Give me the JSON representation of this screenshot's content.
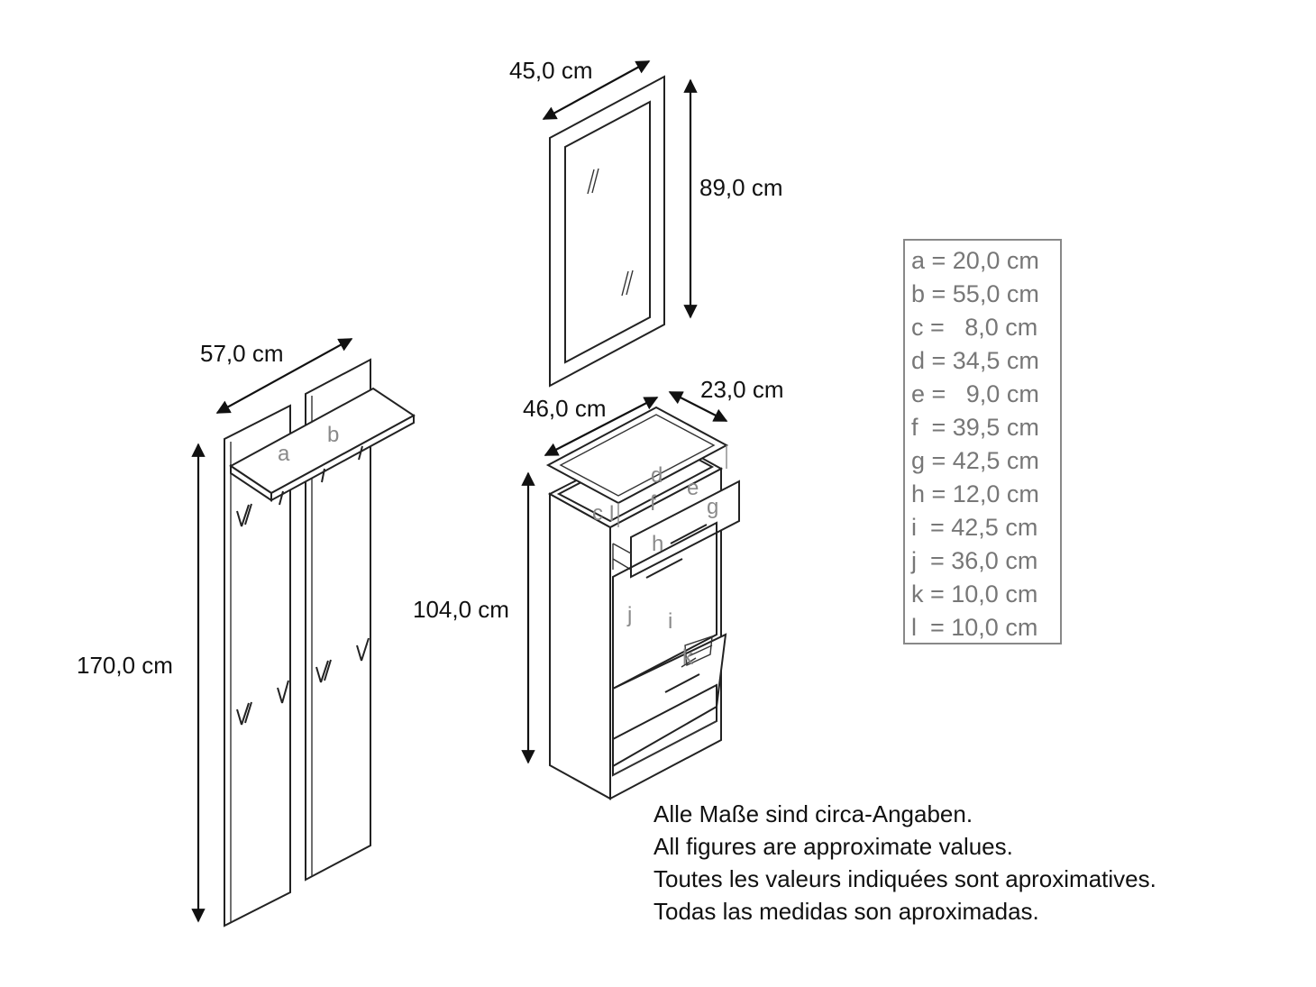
{
  "dimensions": {
    "mirror_width": "45,0 cm",
    "mirror_height": "89,0 cm",
    "coat_width": "57,0 cm",
    "coat_height": "170,0 cm",
    "cabinet_width": "46,0 cm",
    "cabinet_depth": "23,0 cm",
    "cabinet_height": "104,0 cm"
  },
  "part_letters": {
    "a": "a",
    "b": "b",
    "c": "c",
    "d": "d",
    "e": "e",
    "f": "f",
    "g": "g",
    "h": "h",
    "i": "i",
    "j": "j",
    "k": "k",
    "l": "l"
  },
  "legend": [
    "a = 20,0 cm",
    "b = 55,0 cm",
    "c =   8,0 cm",
    "d = 34,5 cm",
    "e =   9,0 cm",
    "f  = 39,5 cm",
    "g = 42,5 cm",
    "h = 12,0 cm",
    "i  = 42,5 cm",
    "j  = 36,0 cm",
    "k = 10,0 cm",
    "l  = 10,0 cm"
  ],
  "notes": [
    "Alle Maße sind circa-Angaben.",
    "All figures are approximate values.",
    "Toutes les valeurs indiquées sont aproximatives.",
    "Todas las medidas son aproximadas."
  ]
}
